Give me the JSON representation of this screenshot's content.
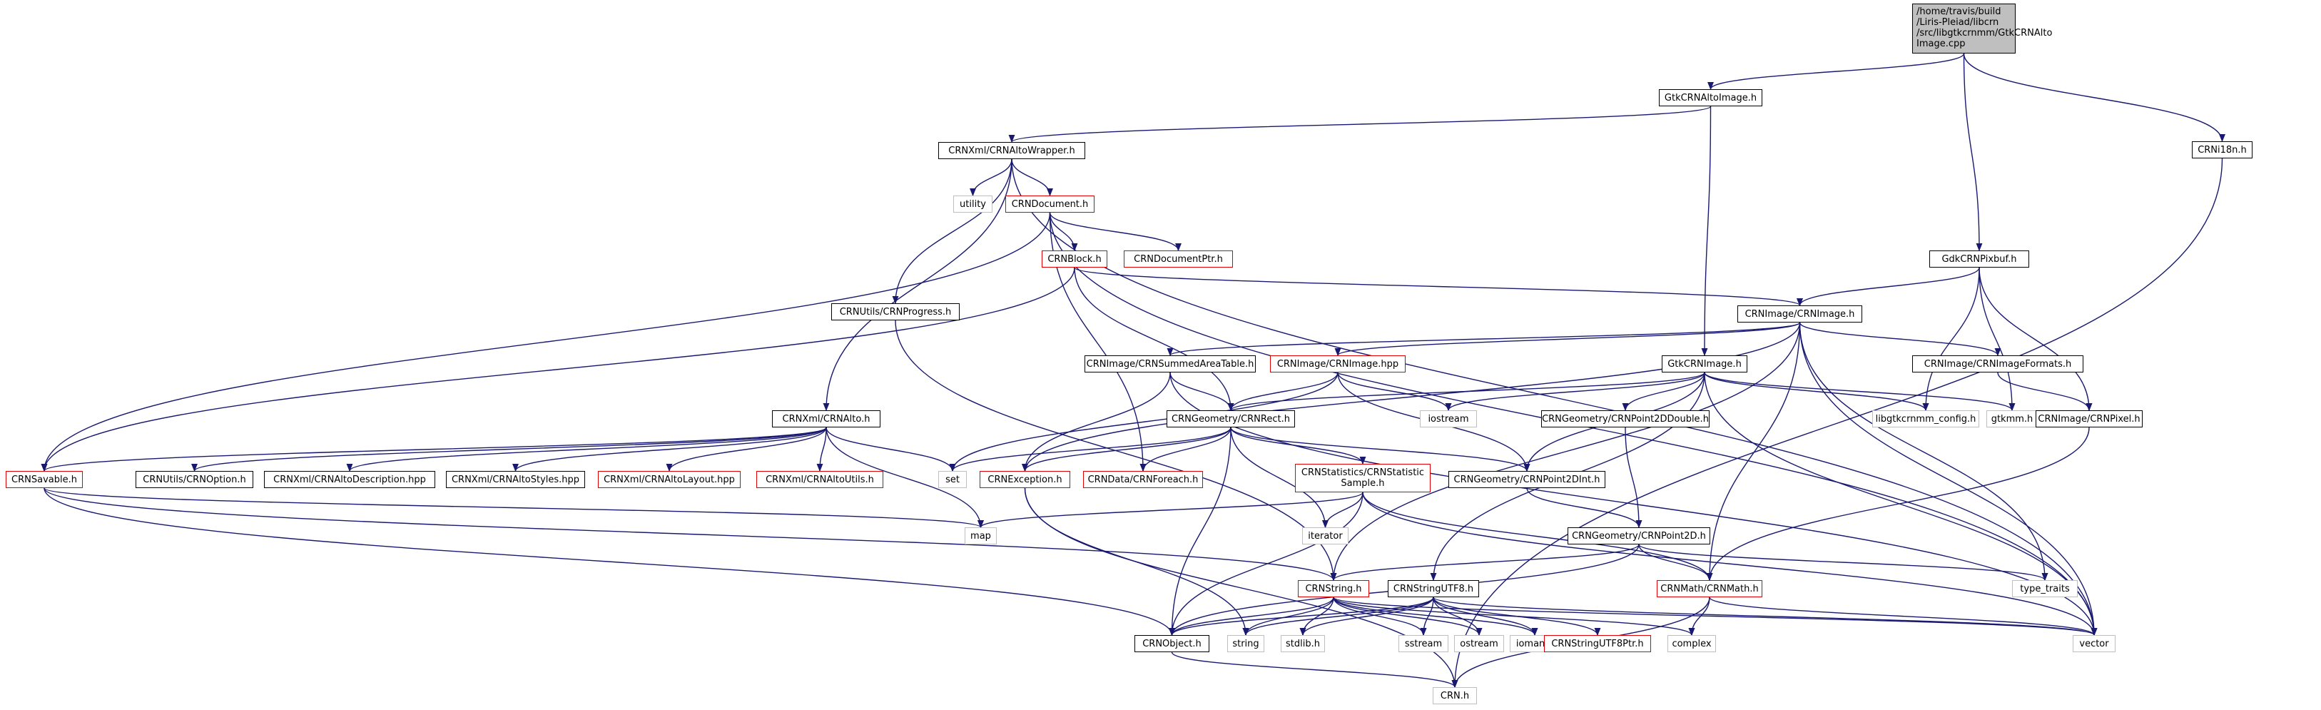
{
  "graph": {
    "root": "/home/travis/build\n/Liris-Pleiad/libcrn\n/src/libgtkcrnmm/GtkCRNAlto\nImage.cpp",
    "nodes": {
      "gtkaltoimage": "GtkCRNAltoImage.h",
      "crni18n": "CRNi18n.h",
      "altowrapper": "CRNXml/CRNAltoWrapper.h",
      "utility": "utility",
      "document": "CRNDocument.h",
      "documentptr": "CRNDocumentPtr.h",
      "block": "CRNBlock.h",
      "progress": "CRNUtils/CRNProgress.h",
      "gdkpixbuf": "GdkCRNPixbuf.h",
      "crnimage": "CRNImage/CRNImage.h",
      "summed": "CRNImage/CRNSummedAreaTable.h",
      "imagehpp": "CRNImage/CRNImage.hpp",
      "gtkcrnimage": "GtkCRNImage.h",
      "imageformats": "CRNImage/CRNImageFormats.h",
      "crnalto": "CRNXml/CRNAlto.h",
      "rect": "CRNGeometry/CRNRect.h",
      "iostream": "iostream",
      "point2ddouble": "CRNGeometry/CRNPoint2DDouble.h",
      "libgtkconfig": "libgtkcrnmm_config.h",
      "gtkmm": "gtkmm.h",
      "pixel": "CRNImage/CRNPixel.h",
      "savable": "CRNSavable.h",
      "option": "CRNUtils/CRNOption.h",
      "altodesc": "CRNXml/CRNAltoDescription.hpp",
      "altostyles": "CRNXml/CRNAltoStyles.hpp",
      "altolayout": "CRNXml/CRNAltoLayout.hpp",
      "altoutils": "CRNXml/CRNAltoUtils.h",
      "set": "set",
      "exception": "CRNException.h",
      "foreach": "CRNData/CRNForeach.h",
      "statsample": "CRNStatistics/CRNStatistic\nSample.h",
      "point2dint": "CRNGeometry/CRNPoint2DInt.h",
      "map": "map",
      "iterator": "iterator",
      "point2d": "CRNGeometry/CRNPoint2D.h",
      "crnstring": "CRNString.h",
      "utf8": "CRNStringUTF8.h",
      "crnmath": "CRNMath/CRNMath.h",
      "typetraits": "type_traits",
      "crnobject": "CRNObject.h",
      "string": "string",
      "stdlib": "stdlib.h",
      "sstream": "sstream",
      "ostream": "ostream",
      "iomanip": "iomanip",
      "utf8ptr": "CRNStringUTF8Ptr.h",
      "complex": "complex",
      "vector": "vector",
      "crnh": "CRN.h"
    },
    "colors": {
      "edge": "#191970",
      "incomplete_border": "#e00000",
      "system_border": "#bfbfbf",
      "root_fill": "#bfbfbf"
    }
  }
}
